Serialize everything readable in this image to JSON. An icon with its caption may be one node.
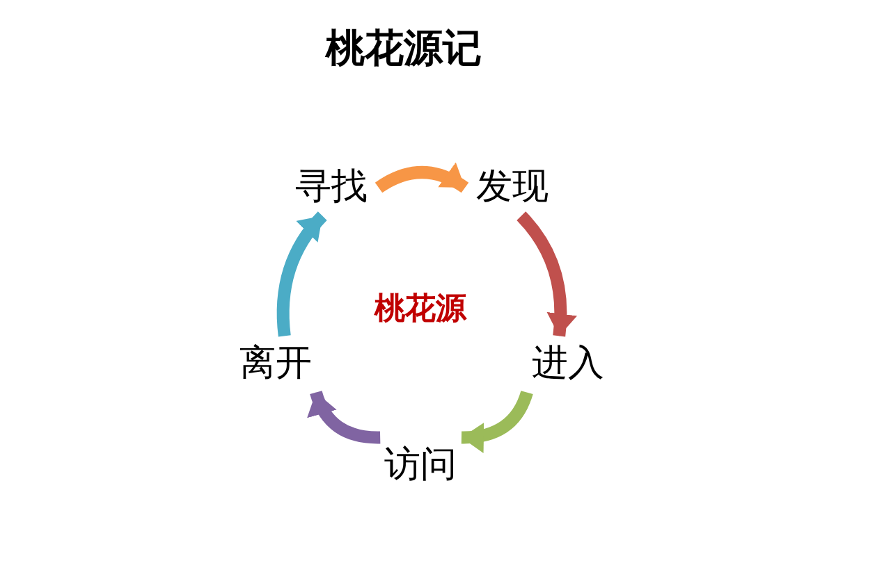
{
  "diagram": {
    "title": "桃花源记",
    "nodes": [
      {
        "text": [
          "寻找"
        ]
      },
      {
        "text": [
          "发现"
        ]
      },
      {
        "text": [
          "进入"
        ]
      },
      {
        "text": [
          "访问"
        ]
      },
      {
        "text": [
          "离开"
        ]
      }
    ],
    "edges": [
      {
        "from": 0,
        "to": 1,
        "arrow": "to",
        "color": "#f79646"
      },
      {
        "from": 1,
        "to": 2,
        "arrow": "to",
        "color": "#c0504d"
      },
      {
        "from": 2,
        "to": 3,
        "arrow": "to",
        "color": "#9bbb59"
      },
      {
        "from": 3,
        "to": 4,
        "arrow": "to",
        "color": "#8064a2"
      },
      {
        "from": 4,
        "to": 0,
        "arrow": "to",
        "color": "#4bacc6"
      }
    ],
    "labels": [
      "桃花源"
    ]
  }
}
